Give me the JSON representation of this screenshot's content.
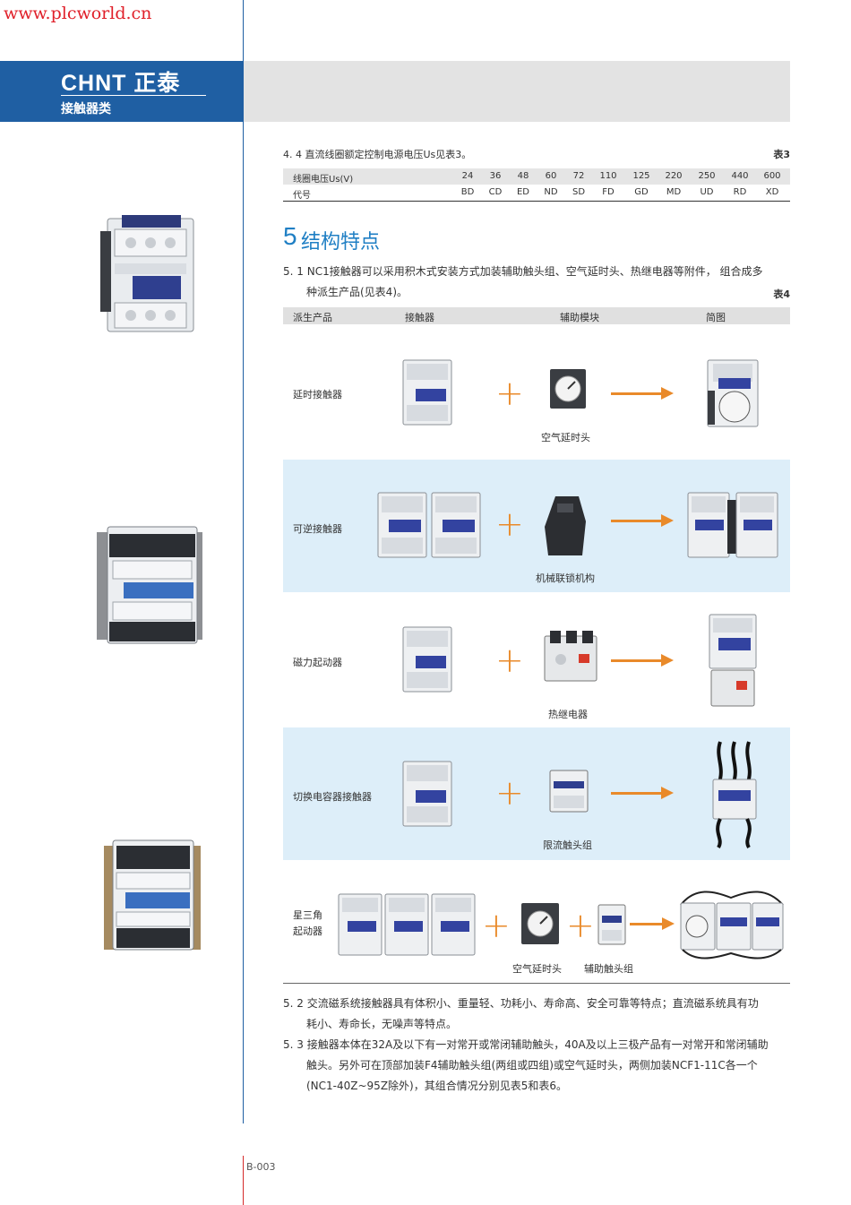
{
  "site_url": "www.plcworld.cn",
  "brand": {
    "logo": "CHNT 正泰",
    "category": "接触器类"
  },
  "page_number": "B-003",
  "section_4_4": "4. 4  直流线圈额定控制电源电压Us见表3。",
  "table3": {
    "label": "表3",
    "row_headers": [
      "线圈电压Us(V)",
      "代号"
    ],
    "voltages": [
      "24",
      "36",
      "48",
      "60",
      "72",
      "110",
      "125",
      "220",
      "250",
      "440",
      "600"
    ],
    "codes": [
      "BD",
      "CD",
      "ED",
      "ND",
      "SD",
      "FD",
      "GD",
      "MD",
      "UD",
      "RD",
      "XD"
    ]
  },
  "section5": {
    "number": "5",
    "title": "结构特点",
    "p51_line1": "5. 1  NC1接触器可以采用积木式安装方式加装辅助触头组、空气延时头、热继电器等附件，  组合成多",
    "p51_line2": "种派生产品(见表4)。",
    "table4_label": "表4"
  },
  "table4": {
    "headers": [
      "派生产品",
      "接触器",
      "辅助模块",
      "简图"
    ],
    "rows": [
      {
        "label": "延时接触器",
        "module": "空气延时头"
      },
      {
        "label": "可逆接触器",
        "module": "机械联锁机构"
      },
      {
        "label": "磁力起动器",
        "module": "热继电器"
      },
      {
        "label": "切换电容器接触器",
        "module": "限流触头组"
      },
      {
        "label_line1": "星三角",
        "label_line2": "起动器",
        "module1": "空气延时头",
        "module2": "辅助触头组"
      }
    ]
  },
  "p52_line1": "5. 2  交流磁系统接触器具有体积小、重量轻、功耗小、寿命高、安全可靠等特点；直流磁系统具有功",
  "p52_line2": "耗小、寿命长，无噪声等特点。",
  "p53_line1": "5. 3  接触器本体在32A及以下有一对常开或常闭辅助触头，40A及以上三极产品有一对常开和常闭辅助",
  "p53_line2": "触头。另外可在顶部加装F4辅助触头组(两组或四组)或空气延时头，两侧加装NCF1-11C各一个",
  "p53_line3": "(NC1-40Z~95Z除外)，其组合情况分别见表5和表6。",
  "colors": {
    "brand_blue": "#1f5fa3",
    "accent_orange": "#e98a2a",
    "band_blue": "#ddeef9",
    "title_blue": "#1f7fc4",
    "url_red": "#e0202a"
  }
}
